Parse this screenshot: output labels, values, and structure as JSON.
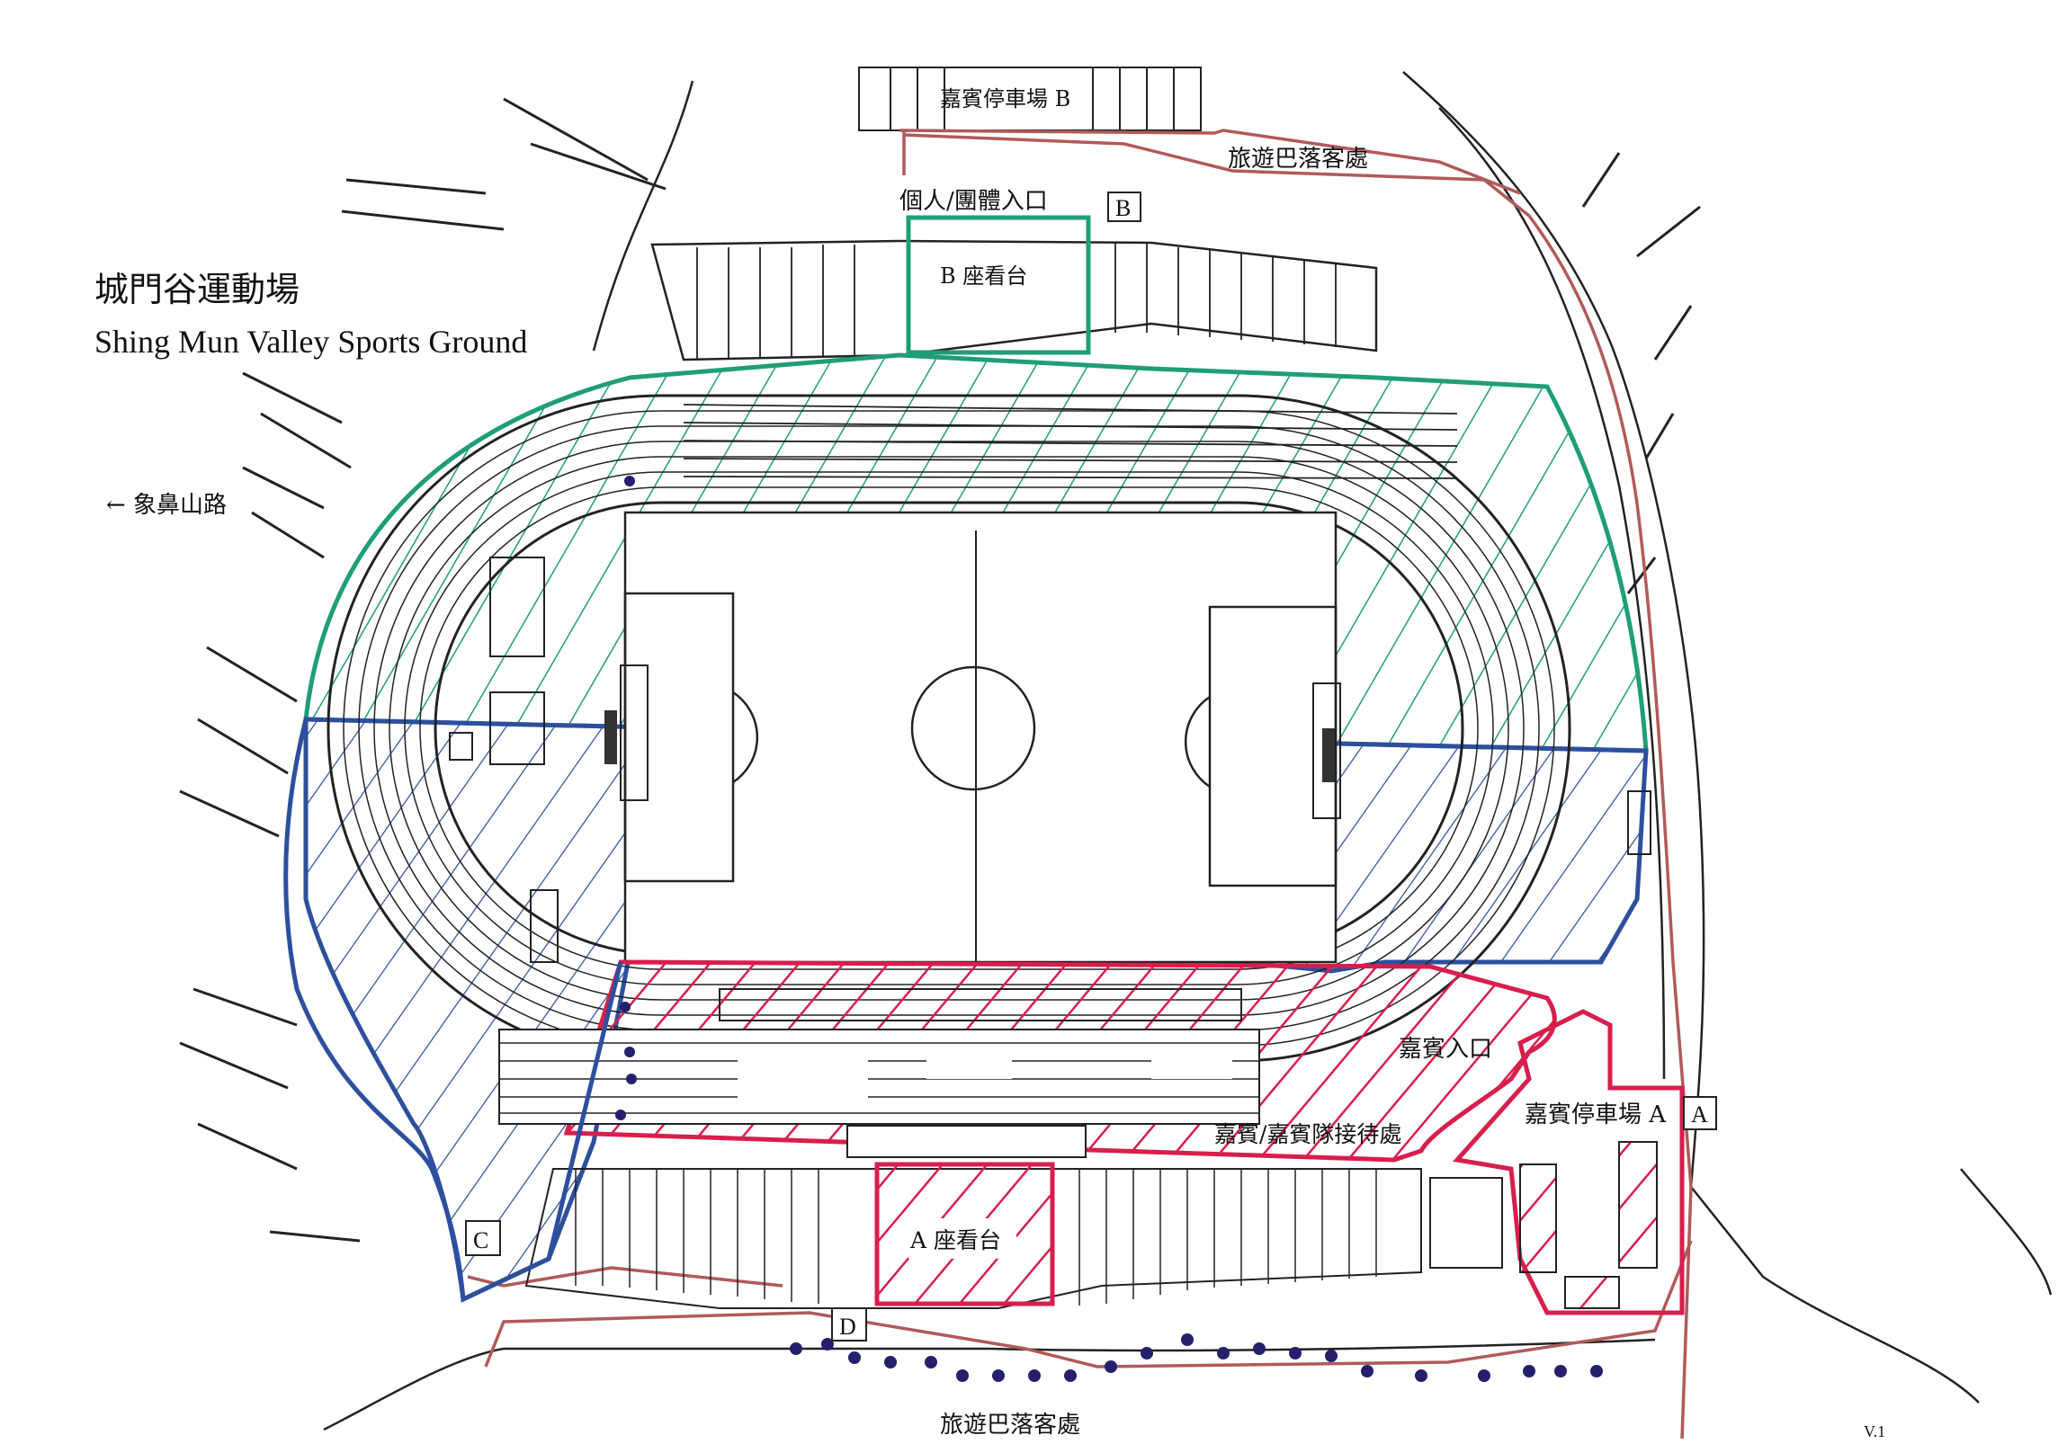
{
  "title": {
    "zh": "城門谷運動場",
    "en": "Shing Mun Valley Sports Ground"
  },
  "road_label": "← 象鼻山路",
  "labels": {
    "vip_car_park_b": "嘉賓停車場 B",
    "coach_drop_top": "旅遊巴落客處",
    "entrance_b": "個人/團體入口",
    "stand_b": "B 座看台",
    "stand_a": "A 座看台",
    "vip_entrance": "嘉賓入口",
    "vip_reception": "嘉賓/嘉賓隊接待處",
    "vip_car_park_a": "嘉賓停車場 A",
    "coach_drop_bottom": "旅遊巴落客處",
    "version": "V.1"
  },
  "gate_markers": [
    "A",
    "B",
    "C",
    "D"
  ],
  "colors": {
    "ink": "#1a1a1a",
    "zone_green": "#1f9e78",
    "zone_blue": "#2d4f9e",
    "zone_red": "#d81e4c",
    "boundary_brown": "#b05a5a",
    "tree_dot": "#24206b"
  }
}
